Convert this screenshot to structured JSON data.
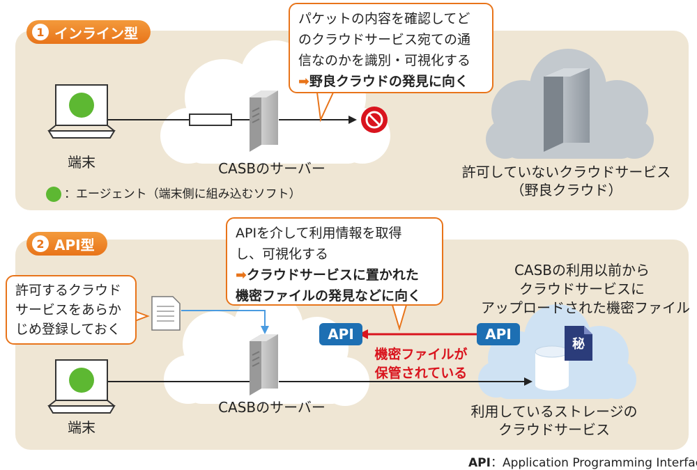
{
  "inline": {
    "tag_num": "1",
    "tag_label": "インライン型",
    "terminal_label": "端末",
    "server_label": "CASBのサーバー",
    "callout_lines": [
      "パケットの内容を確認してど",
      "のクラウドサービス宛ての通",
      "信なのかを識別・可視化する"
    ],
    "callout_emph_arrow": "➡",
    "callout_emph": "野良クラウドの発見に向く",
    "unapproved_label_1": "許可していないクラウドサービス",
    "unapproved_label_2": "（野良クラウド）",
    "legend": "：エージェント（端末側に組み込むソフト）"
  },
  "api": {
    "tag_num": "2",
    "tag_label": "API型",
    "terminal_label": "端末",
    "server_label": "CASBのサーバー",
    "register_lines": [
      "許可するクラウド",
      "サービスをあらか",
      "じめ登録しておく"
    ],
    "callout_lines": [
      "APIを介して利用情報を取得",
      "し、可視化する"
    ],
    "callout_emph_arrow": "➡",
    "callout_emph_1": "クラウドサービスに置かれた",
    "callout_emph_2": "機密ファイルの発見などに向く",
    "api_badge_left": "API",
    "api_badge_right": "API",
    "red_text_1": "機密ファイルが",
    "red_text_2": "保管されている",
    "upload_lines": [
      "CASBの利用以前から",
      "クラウドサービスに",
      "アップロードされた機密ファイル"
    ],
    "secret_mark": "秘",
    "storage_label_1": "利用しているストレージの",
    "storage_label_2": "クラウドサービス"
  },
  "footnote": {
    "term": "API",
    "definition": "：Application Programming Interface"
  },
  "colors": {
    "orange": "#e8741a",
    "panel": "#efe6d4",
    "api_blue": "#1d6fb3",
    "red": "#d9141e",
    "agent_green": "#5db832"
  }
}
